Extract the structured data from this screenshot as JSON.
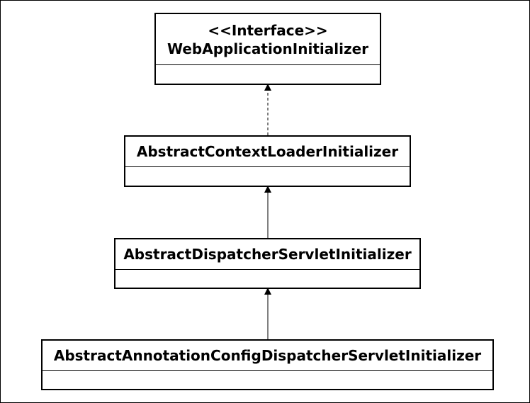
{
  "classes": [
    {
      "stereotype": "<<Interface>>",
      "name": "WebApplicationInitializer"
    },
    {
      "name": "AbstractContextLoaderInitializer"
    },
    {
      "name": "AbstractDispatcherServletInitializer"
    },
    {
      "name": "AbstractAnnotationConfigDispatcherServletInitializer"
    }
  ],
  "relations": [
    {
      "from": "AbstractContextLoaderInitializer",
      "to": "WebApplicationInitializer",
      "kind": "realization",
      "line": "dashed"
    },
    {
      "from": "AbstractDispatcherServletInitializer",
      "to": "AbstractContextLoaderInitializer",
      "kind": "inheritance",
      "line": "solid"
    },
    {
      "from": "AbstractAnnotationConfigDispatcherServletInitializer",
      "to": "AbstractDispatcherServletInitializer",
      "kind": "inheritance",
      "line": "solid"
    }
  ]
}
